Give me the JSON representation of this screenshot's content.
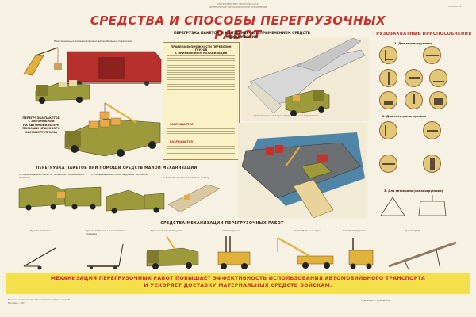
{
  "header": {
    "top_center_line1": "МИНИСТЕРСТВО ОБОРОНЫ СССР",
    "top_center_line2": "ЦЕНТРАЛЬНОЕ АВТОМОБИЛЬНОЕ УПРАВЛЕНИЕ",
    "top_right": "ПЛАКАТ № 1",
    "title": "СРЕДСТВА И СПОСОБЫ ПЕРЕГРУЗОЧНЫХ РАБОТ",
    "subtitle_line1": "ПЕРЕГРУЗКА ПАКЕТОВ И КОНТЕЙНЕРОВ С ПРИМЕНЕНИЕМ СРЕДСТВ МЕХАНИЗАЦИИ"
  },
  "captions": {
    "rail_auto": "При смешанных железнодорожно-автомобильных перевозках",
    "air_auto": "При смешанных воздушно-автомобильных перевозках",
    "water_auto": "При смешанных водно-автомобильных перевозках",
    "truck_to_truck_line1": "ПЕРЕГРУЗКА ПАКЕТОВ",
    "truck_to_truck_line2": "С АВТОМОБИЛЯ",
    "truck_to_truck_line3": "НА АВТОМОБИЛЬ ПРИ",
    "truck_to_truck_line4": "ПОМОЩИ КРАНОВОГО",
    "truck_to_truck_line5": "САМОПОГРУЗЧИКА",
    "small_mech_title": "ПЕРЕГРУЗКА ПАКЕТОВ ПРИ ПОМОЩИ СРЕДСТВ МАЛОЙ МЕХАНИЗАЦИИ",
    "small_mech_1": "1. Перемещением пакетов тележкой с механизмом подъёма",
    "small_mech_2": "2. Перемещением пакетов ручной тележкой",
    "small_mech_3": "3. Перемещением пакетов по склизу",
    "mech_means_title": "СРЕДСТВА МЕХАНИЗАЦИИ ПЕРЕГРУЗОЧНЫХ РАБОТ",
    "mech_a": "Ручная тележка",
    "mech_b": "Ручная тележка с механизмом подъёма",
    "mech_c": "Крановый самопогрузчик",
    "mech_d": "Автопогрузчик",
    "mech_e": "Автомобильный кран",
    "mech_f": "Электропогрузчик",
    "mech_g": "Транспортёр"
  },
  "notes": {
    "title_line1": "ПРАВИЛА ВОЗМОЖНОСТИ ПЕРЕВОЗОК ГРУЗОВ",
    "title_line2": "С ПРИМЕНЕНИЕМ МЕХАНИЗАЦИИ",
    "heading_2": "ЗАПРЕЩАЕТСЯ",
    "heading_3": "РАЗРЕШАЕТСЯ"
  },
  "right_panel": {
    "title": "ГРУЗОЗАХВАТНЫЕ ПРИСПОСОБЛЕНИЯ",
    "sub_1": "1. Для автопогрузчика",
    "sub_2": "2. Для электропогрузчика",
    "sub_3": "3. Для автокрана (самопогрузчика)"
  },
  "footer": {
    "line1": "МЕХАНИЗАЦИЯ ПЕРЕГРУЗОЧНЫХ РАБОТ ПОВЫШАЕТ ЭФФЕКТИВНОСТЬ ИСПОЛЬЗОВАНИЯ АВТОМОБИЛЬНОГО ТРАНСПОРТА",
    "line2": "И УСКОРЯЕТ ДОСТАВКУ МАТЕРИАЛЬНЫХ СРЕДСТВ ВОЙСКАМ.",
    "imprint_left_1": "Военное издательство Министерства обороны СССР",
    "imprint_left_2": "Москва — 1973",
    "imprint_right": "Художник И. Никифоров"
  },
  "colors": {
    "title_red": "#c8312c",
    "truck_olive": "#9c9a3a",
    "crane_yellow": "#e0b23a",
    "banner_yellow": "#f3e04a",
    "wagon_red": "#b7302c",
    "water_blue": "#4f86a8"
  }
}
